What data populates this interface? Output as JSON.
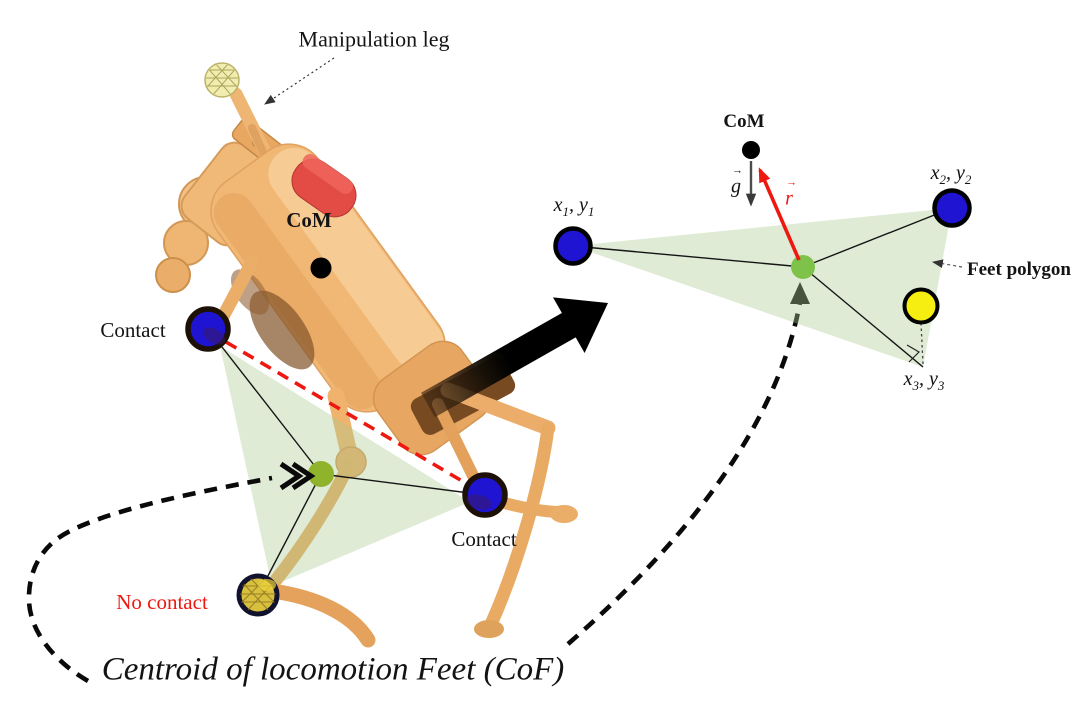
{
  "figure": {
    "left": {
      "manipulation_leg": "Manipulation leg",
      "com": "CoM",
      "contact_left": "Contact",
      "contact_right": "Contact",
      "no_contact": "No contact",
      "caption": "Centroid of locomotion Feet (CoF)"
    },
    "right": {
      "com": "CoM",
      "g_vec": "g",
      "r_vec": "r",
      "vec_arrow": "→",
      "feet_polygon": "Feet polygon",
      "foot1": {
        "x": "x",
        "x_sub": "1",
        "sep": ", ",
        "y": "y",
        "y_sub": "1"
      },
      "foot2": {
        "x": "x",
        "x_sub": "2",
        "sep": ", ",
        "y": "y",
        "y_sub": "2"
      },
      "foot3": {
        "x": "x",
        "x_sub": "3",
        "sep": ", ",
        "y": "y",
        "y_sub": "3"
      }
    },
    "colors": {
      "contact_blue": "#1e14d2",
      "swing_foot_yellow": "#f6ee10",
      "no_contact_yellow": "#d8bf3e",
      "polygon_green": "rgba(170,202,144,0.38)",
      "centroid_green_left": "#8fb32b",
      "centroid_green_right": "#7fc24a",
      "alert_red": "#ee1810",
      "robot_orange": "#f1b26b"
    }
  }
}
